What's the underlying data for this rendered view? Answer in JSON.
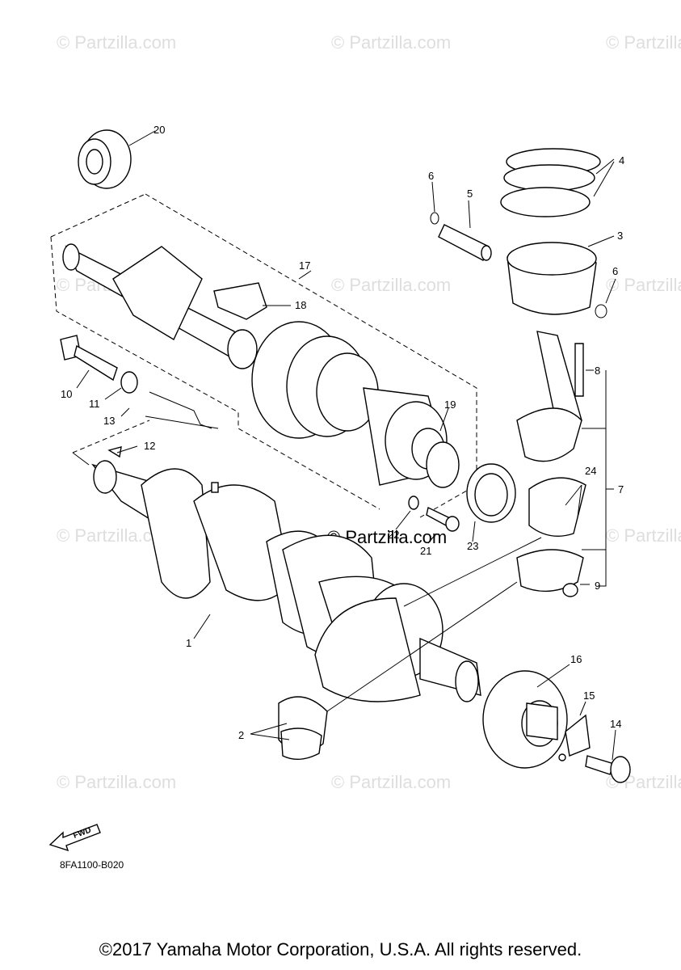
{
  "watermark_text": "© Partzilla.com",
  "callouts": {
    "c1": "1",
    "c2": "2",
    "c3": "3",
    "c4": "4",
    "c5": "5",
    "c6a": "6",
    "c6b": "6",
    "c7": "7",
    "c8": "8",
    "c9": "9",
    "c10": "10",
    "c11": "11",
    "c12": "12",
    "c13": "13",
    "c14": "14",
    "c15": "15",
    "c16": "16",
    "c17": "17",
    "c18": "18",
    "c19": "19",
    "c20": "20",
    "c21": "21",
    "c22": "22",
    "c23": "23",
    "c24": "24"
  },
  "fwd_label": "FWD",
  "drawing_code": "8FA1100-B020",
  "copyright": "©2017 Yamaha Motor Corporation, U.S.A. All rights reserved."
}
